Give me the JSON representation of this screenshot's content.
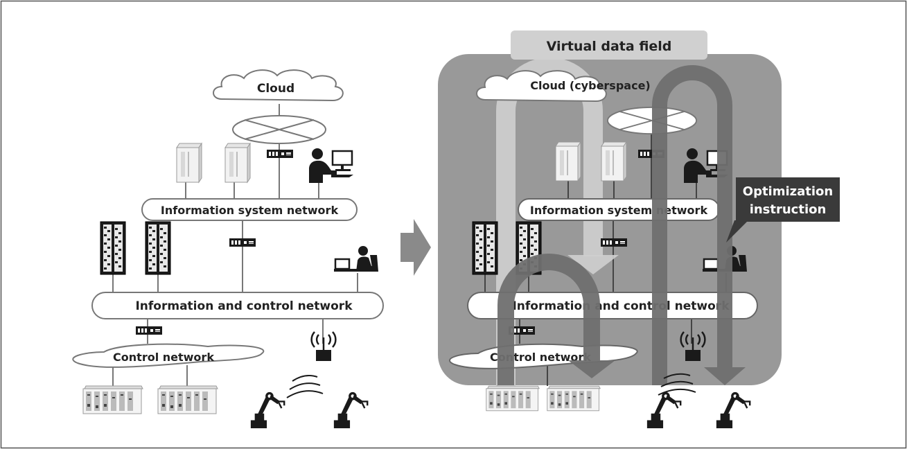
{
  "left": {
    "cloud": "Cloud",
    "info_system_network": "Information system network",
    "info_control_network": "Information and control network",
    "control_network": "Control network"
  },
  "right": {
    "virtual_field_label": "Virtual data field",
    "cloud": "Cloud (cyberspace)",
    "info_system_network": "Information system network",
    "info_control_network": "Information and control network",
    "control_network": "Control network",
    "callout_line1": "Optimization",
    "callout_line2": "instruction"
  }
}
